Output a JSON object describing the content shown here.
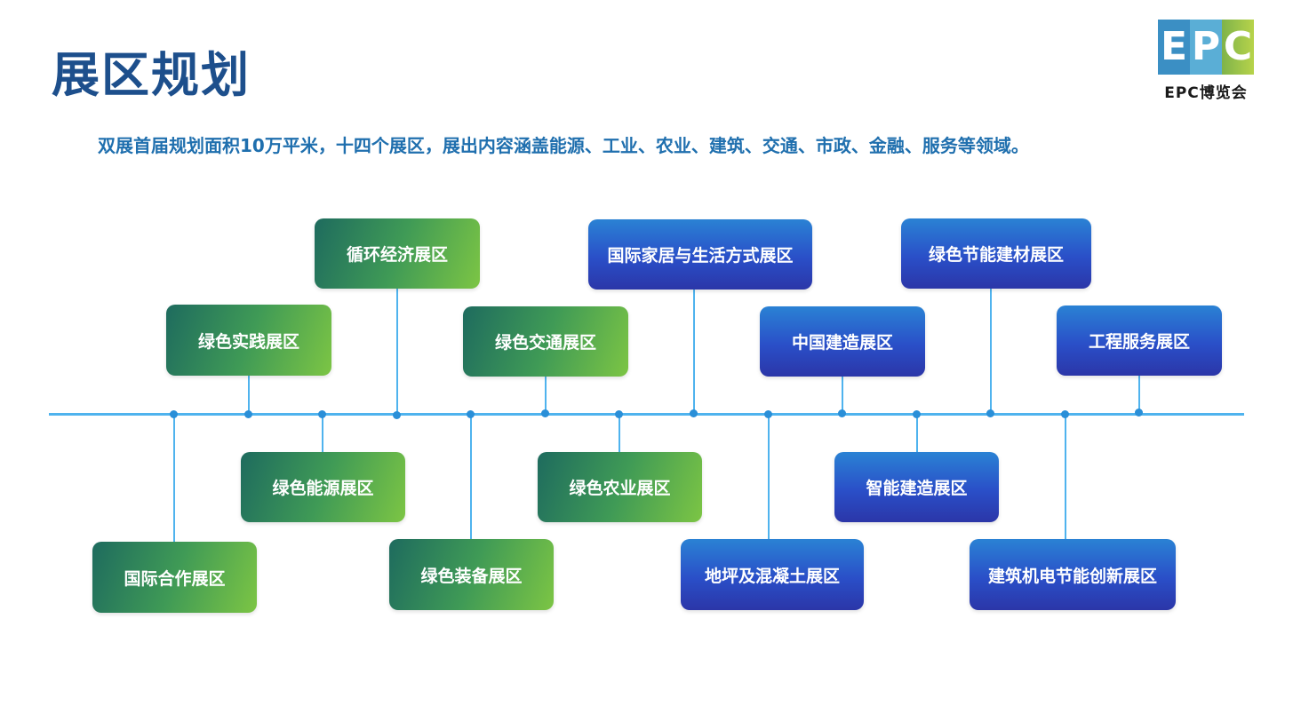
{
  "header": {
    "title": "展区规划",
    "subtitle": "双展首届规划面积10万平米，十四个展区，展出内容涵盖能源、工业、农业、建筑、交通、市政、金融、服务等领域。"
  },
  "logo": {
    "letters": [
      "E",
      "P",
      "C"
    ],
    "text": "EPC博览会"
  },
  "colors": {
    "title": "#1d4f8c",
    "subtitle": "#1f6fae",
    "timeline": "#4fb3ee",
    "green_start": "#1e6b5e",
    "green_end": "#7cc544",
    "blue_start": "#2a82d4",
    "blue_end": "#2b36a8"
  },
  "zones": [
    {
      "label": "循环经济展区",
      "theme": "green",
      "position": "above"
    },
    {
      "label": "绿色实践展区",
      "theme": "green",
      "position": "above"
    },
    {
      "label": "国际合作展区",
      "theme": "green",
      "position": "below"
    },
    {
      "label": "绿色能源展区",
      "theme": "green",
      "position": "below"
    },
    {
      "label": "绿色交通展区",
      "theme": "green",
      "position": "above"
    },
    {
      "label": "绿色装备展区",
      "theme": "green",
      "position": "below"
    },
    {
      "label": "绿色农业展区",
      "theme": "green",
      "position": "below"
    },
    {
      "label": "国际家居与生活方式展区",
      "theme": "blue",
      "position": "above"
    },
    {
      "label": "中国建造展区",
      "theme": "blue",
      "position": "above"
    },
    {
      "label": "地坪及混凝土展区",
      "theme": "blue",
      "position": "below"
    },
    {
      "label": "绿色节能建材展区",
      "theme": "blue",
      "position": "above"
    },
    {
      "label": "智能建造展区",
      "theme": "blue",
      "position": "below"
    },
    {
      "label": "工程服务展区",
      "theme": "blue",
      "position": "above"
    },
    {
      "label": "建筑机电节能创新展区",
      "theme": "blue",
      "position": "below"
    }
  ]
}
